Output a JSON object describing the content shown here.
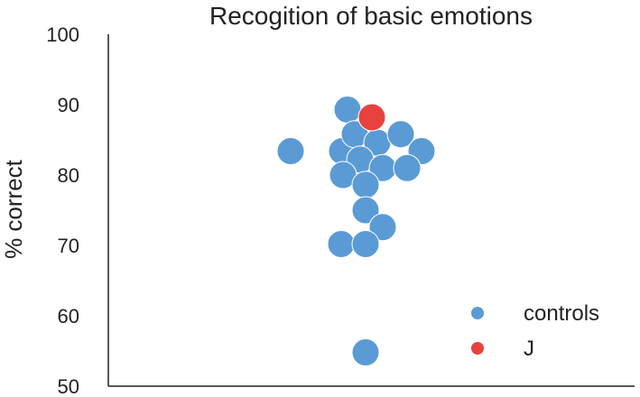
{
  "chart_data": {
    "type": "scatter",
    "title": "Recogition of basic emotions",
    "xlabel": "",
    "ylabel": "% correct",
    "ylim": [
      50,
      100
    ],
    "yticks": [
      50,
      60,
      70,
      80,
      90,
      100
    ],
    "grid": false,
    "legend_placement": "bottom-right",
    "series": [
      {
        "name": "controls",
        "color": "#5b9bd5",
        "points": [
          {
            "x": -0.2,
            "y": 89.3
          },
          {
            "x": -0.26,
            "y": 83.4
          },
          {
            "x": -0.83,
            "y": 83.4
          },
          {
            "x": -0.12,
            "y": 85.8
          },
          {
            "x": 0.13,
            "y": 84.6
          },
          {
            "x": 0.39,
            "y": 85.8
          },
          {
            "x": 0.62,
            "y": 83.4
          },
          {
            "x": -0.06,
            "y": 82.2
          },
          {
            "x": -0.25,
            "y": 80.0
          },
          {
            "x": 0.19,
            "y": 81.0
          },
          {
            "x": 0.46,
            "y": 81.0
          },
          {
            "x": 0.0,
            "y": 78.6
          },
          {
            "x": 0.0,
            "y": 75.0
          },
          {
            "x": 0.19,
            "y": 72.6
          },
          {
            "x": -0.27,
            "y": 70.2
          },
          {
            "x": 0.0,
            "y": 70.2
          },
          {
            "x": 0.0,
            "y": 54.8
          }
        ]
      },
      {
        "name": "J",
        "color": "#e8423f",
        "points": [
          {
            "x": 0.07,
            "y": 88.2
          }
        ]
      }
    ]
  }
}
